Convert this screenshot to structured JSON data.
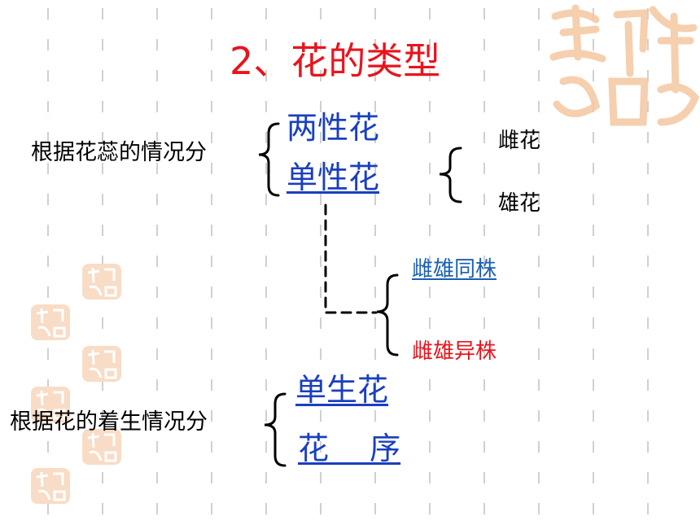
{
  "slide": {
    "title": "2、花的类型",
    "criterion_pistil_stamen": "根据花蕊的情况分",
    "criterion_arrangement": "根据花的着生情况分",
    "bisexual_flower": "两性花",
    "unisexual_flower": "单性花",
    "female_flower": "雌花",
    "male_flower": "雄花",
    "monoecious": "雌雄同株",
    "dioecious": "雌雄异株",
    "solitary_flower": "单生花",
    "inflorescence": "花　 序"
  },
  "colors": {
    "title": "#e8141c",
    "blue_terms": "#1a3fc0",
    "link_blue": "#1a5fb4",
    "red_term": "#e8141c",
    "seal": "#f4c7a0",
    "grid": "#d0d0d0"
  }
}
